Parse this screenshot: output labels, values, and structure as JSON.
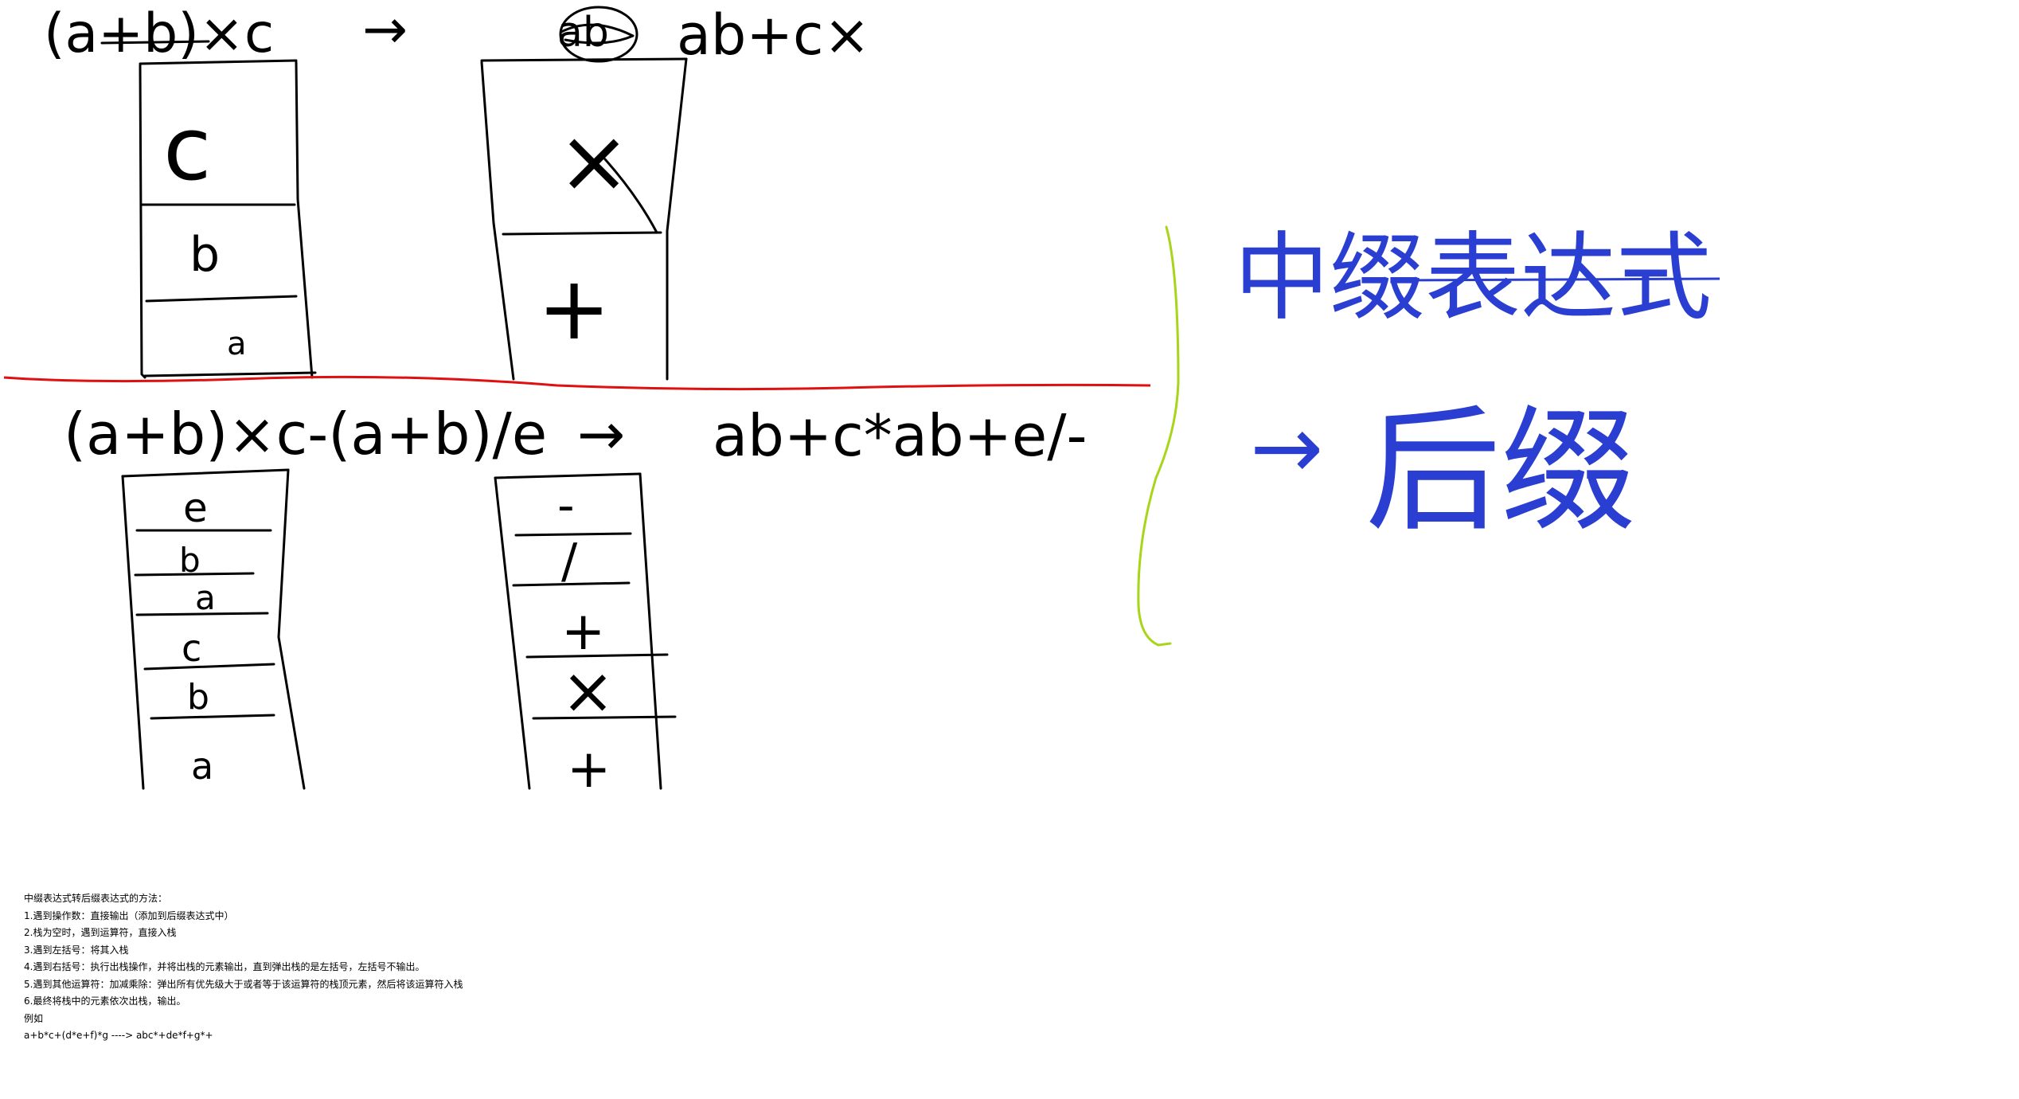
{
  "top_section": {
    "input_expr": "(a+b)×c",
    "arrow": "→",
    "output_expr": "ab+c×",
    "scribble": "ab",
    "operand_stack": [
      "c",
      "b",
      "a"
    ],
    "operator_stack": [
      "×",
      "+"
    ]
  },
  "bottom_section": {
    "input_expr": "(a+b)×c-(a+b)/e",
    "arrow": "→",
    "output_expr": "ab+c*ab+e/-",
    "operand_stack": [
      "e",
      "b",
      "a",
      "c",
      "b",
      "a"
    ],
    "operator_stack": [
      "-",
      "/",
      "+",
      "×",
      "+"
    ]
  },
  "side_label": {
    "line1": "中缀表达式",
    "arrow": "→",
    "line2": "后缀"
  },
  "colors": {
    "ink": "#000000",
    "divider": "#e01010",
    "brace": "#a8d41a",
    "blue_ink": "#2a3fd1"
  },
  "notes": {
    "title": "中缀表达式转后缀表达式的方法：",
    "rules": [
      "1.遇到操作数：直接输出（添加到后缀表达式中）",
      "2.栈为空时，遇到运算符，直接入栈",
      "3.遇到左括号：将其入栈",
      "4.遇到右括号：执行出栈操作，并将出栈的元素输出，直到弹出栈的是左括号，左括号不输出。",
      "5.遇到其他运算符：加减乘除：弹出所有优先级大于或者等于该运算符的栈顶元素，然后将该运算符入栈",
      "6.最终将栈中的元素依次出栈，输出。"
    ],
    "example_label": "例如",
    "example": "a+b*c+(d*e+f)*g ----> abc*+de*f+g*+"
  }
}
